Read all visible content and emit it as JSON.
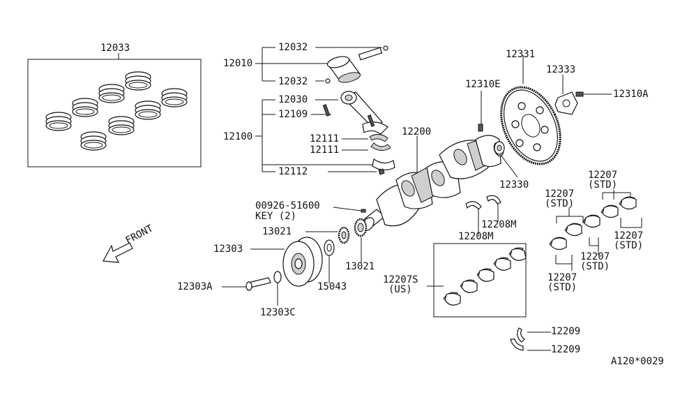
{
  "labels": {
    "p12033": "12033",
    "p12032a": "12032",
    "p12010": "12010",
    "p12032b": "12032",
    "p12030": "12030",
    "p12109": "12109",
    "p12100": "12100",
    "p12111a": "12111",
    "p12111b": "12111",
    "p12112": "12112",
    "p12331": "12331",
    "p12333": "12333",
    "p12310E": "12310E",
    "p12310A": "12310A",
    "p12200": "12200",
    "p12330": "12330",
    "p12207_std_a": "12207",
    "p12207_std_a2": "(STD)",
    "p12207_std_b": "12207",
    "p12207_std_b2": "(STD)",
    "p12207_std_c": "12207",
    "p12207_std_c2": "(STD)",
    "p12207_std_d": "12207",
    "p12207_std_d2": "(STD)",
    "p12207_std_e": "12207",
    "p12207_std_e2": "(STD)",
    "key_part": "00926-51600",
    "key_qty": "KEY (2)",
    "p13021a": "13021",
    "p13021b": "13021",
    "p12208Ma": "12208M",
    "p12208Mb": "12208M",
    "p12303": "12303",
    "p12303A": "12303A",
    "p12303C": "12303C",
    "p15043": "15043",
    "p12207S": "12207S",
    "p12207S_us": "(US)",
    "p12209a": "12209",
    "p12209b": "12209",
    "front": "FRONT",
    "ref_code": "A120*0029"
  }
}
